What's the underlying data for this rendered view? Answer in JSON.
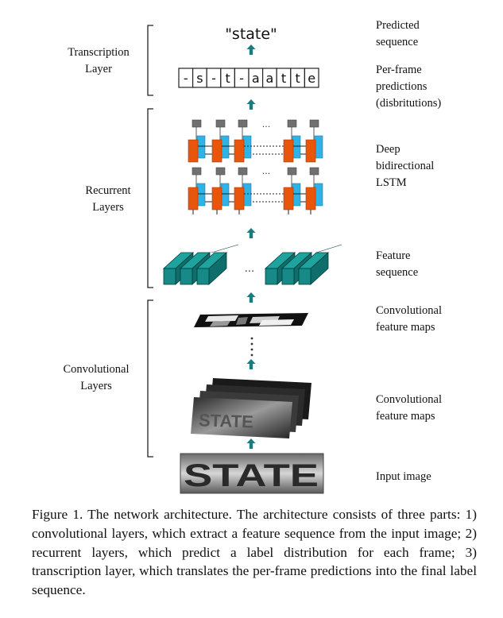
{
  "diagram": {
    "left_labels": {
      "transcription": [
        "Transcription",
        "Layer"
      ],
      "recurrent": [
        "Recurrent",
        "Layers"
      ],
      "convolutional": [
        "Convolutional",
        "Layers"
      ]
    },
    "right_labels": {
      "predicted_sequence": [
        "Predicted",
        "sequence"
      ],
      "per_frame": [
        "Per-frame",
        "predictions",
        "(disbritutions)"
      ],
      "deep_lstm": [
        "Deep",
        "bidirectional",
        "LSTM"
      ],
      "feature_sequence": [
        "Feature",
        "sequence"
      ],
      "conv_maps_top": [
        "Convolutional",
        "feature maps"
      ],
      "conv_maps_bottom": [
        "Convolutional",
        "feature maps"
      ],
      "input_image": [
        "Input image"
      ]
    },
    "predicted_text": "\"state\"",
    "frame_chars": [
      "-",
      "s",
      "-",
      "t",
      "-",
      "a",
      "a",
      "t",
      "t",
      "e"
    ],
    "ellipsis": "...",
    "input_word": "STATE",
    "colors": {
      "arrow": "#1a7b80",
      "feature_block": "#178a87",
      "lstm_forward": "#e8560c",
      "lstm_backward": "#2fb3e4",
      "lstm_output": "#707070"
    }
  },
  "caption": {
    "text": "Figure 1. The network architecture. The architecture consists of three parts: 1) convolutional layers, which extract a feature sequence from the input image; 2) recurrent layers, which predict a label distribution for each frame; 3) transcription layer, which translates the per-frame predictions into the final label sequence."
  }
}
